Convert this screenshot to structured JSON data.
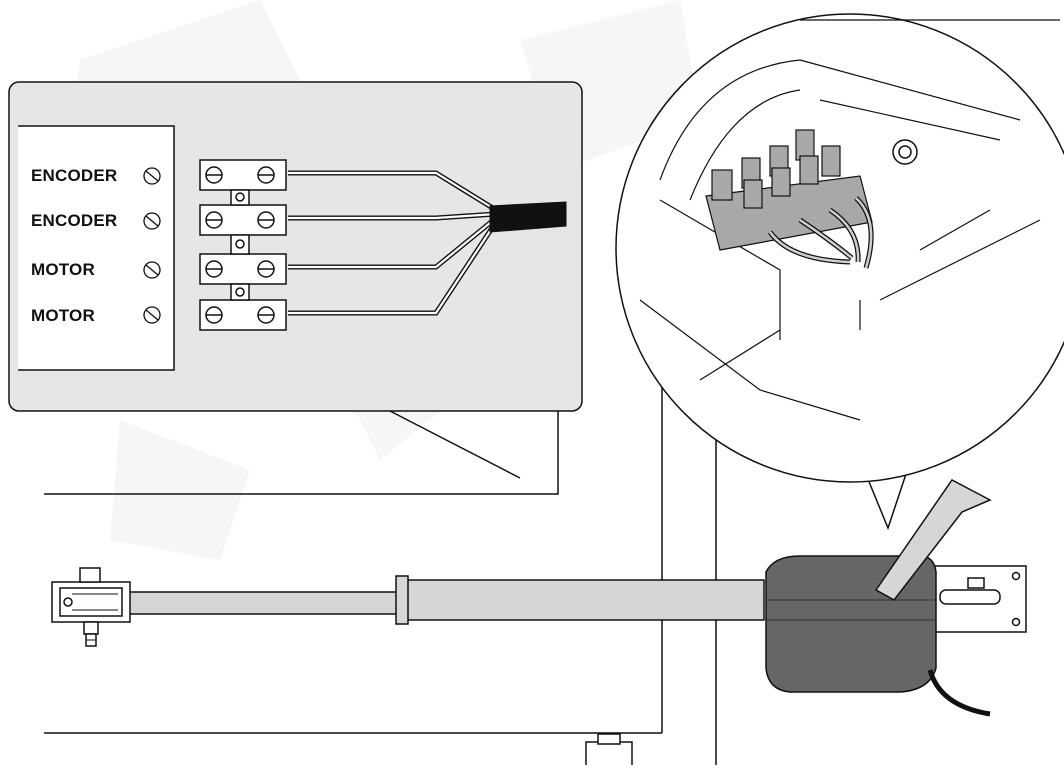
{
  "terminal_labels": [
    "ENCODER",
    "ENCODER",
    "MOTOR",
    "MOTOR"
  ],
  "colors": {
    "panel_fill": "#e6e6e6",
    "arm_fill": "#d6d6d6",
    "motor_fill": "#666666",
    "terminal_fill": "#a8a8a8",
    "cable": "#111111",
    "line": "#111111"
  },
  "icons": [
    "screw-icon",
    "terminal-screw-icon"
  ]
}
